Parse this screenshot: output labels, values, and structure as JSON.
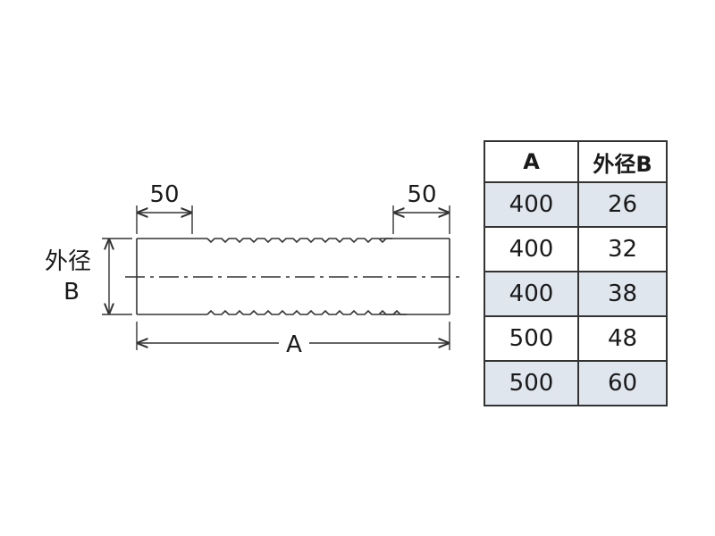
{
  "drawing": {
    "left_dim": "50",
    "right_dim": "50",
    "outer_dia_line1": "外径",
    "outer_dia_line2": "B",
    "length_label": "A"
  },
  "table": {
    "headers": [
      "A",
      "外径B"
    ],
    "rows": [
      [
        "400",
        "26"
      ],
      [
        "400",
        "32"
      ],
      [
        "400",
        "38"
      ],
      [
        "500",
        "48"
      ],
      [
        "500",
        "60"
      ]
    ],
    "shade_color": "#dfe6ee"
  }
}
